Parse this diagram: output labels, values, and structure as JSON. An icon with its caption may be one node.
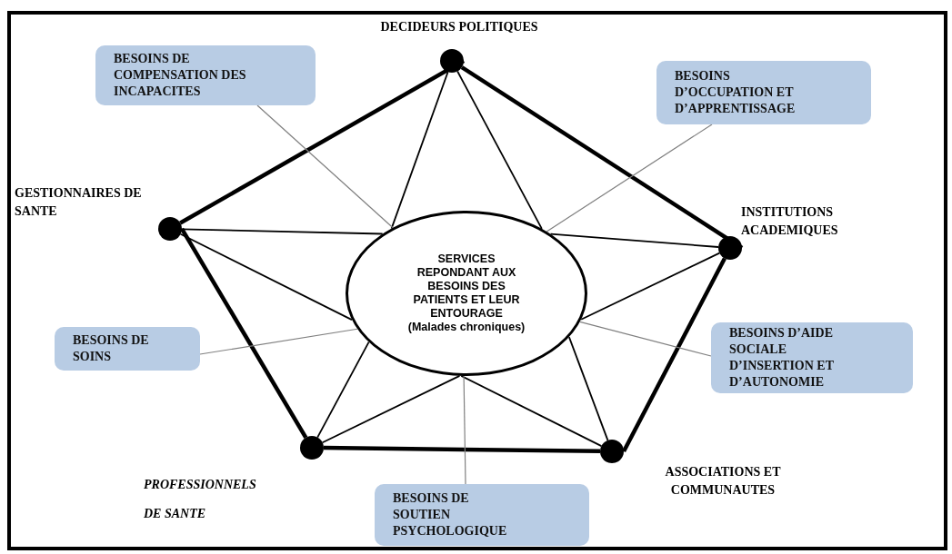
{
  "diagram": {
    "nodes": [
      {
        "text": [
          "SERVICES REPONDANT AUX BESOINS DES PATIENTS ET LEUR ENTOURAGE",
          "(Malades chroniques)"
        ]
      },
      {
        "text": [],
        "shape": "circle",
        "beside": [
          "DECIDEURS POLITIQUES"
        ]
      },
      {
        "text": [],
        "shape": "circle",
        "beside": [
          "GESTIONNAIRES DE SANTE"
        ]
      },
      {
        "text": [],
        "shape": "circle",
        "beside": [
          "INSTITUTIONS ACADEMIQUES"
        ]
      },
      {
        "text": [],
        "shape": "circle",
        "beside": [
          "PROFESSIONNELS DE SANTE"
        ]
      },
      {
        "text": [],
        "shape": "circle",
        "beside": [
          "ASSOCIATIONS ET COMMUNAUTES"
        ]
      },
      {
        "text": [
          "BESOINS DE COMPENSATION DES INCAPACITES"
        ]
      },
      {
        "text": [
          "BESOINS D’OCCUPATION ET D’APPRENTISSAGE"
        ]
      },
      {
        "text": [
          "BESOINS DE SOINS"
        ]
      },
      {
        "text": [
          "BESOINS D’AIDE SOCIALE D’INSERTION ET D’AUTONOMIE"
        ]
      },
      {
        "text": [
          "BESOINS DE SOUTIEN PSYCHOLOGIQUE"
        ]
      }
    ],
    "edges": [
      {
        "from": 1,
        "to": 3,
        "arrow": "none",
        "style": "thick"
      },
      {
        "from": 3,
        "to": 5,
        "arrow": "none",
        "style": "thick"
      },
      {
        "from": 5,
        "to": 4,
        "arrow": "none",
        "style": "thick"
      },
      {
        "from": 4,
        "to": 2,
        "arrow": "none",
        "style": "thick"
      },
      {
        "from": 2,
        "to": 1,
        "arrow": "none",
        "style": "thick"
      },
      {
        "from": 1,
        "to": 0,
        "arrow": "none"
      },
      {
        "from": 1,
        "to": 0,
        "arrow": "none"
      },
      {
        "from": 3,
        "to": 0,
        "arrow": "none"
      },
      {
        "from": 3,
        "to": 0,
        "arrow": "none"
      },
      {
        "from": 5,
        "to": 0,
        "arrow": "none"
      },
      {
        "from": 5,
        "to": 0,
        "arrow": "none"
      },
      {
        "from": 4,
        "to": 0,
        "arrow": "none"
      },
      {
        "from": 4,
        "to": 0,
        "arrow": "none"
      },
      {
        "from": 2,
        "to": 0,
        "arrow": "none"
      },
      {
        "from": 2,
        "to": 0,
        "arrow": "none"
      },
      {
        "from": 6,
        "to": 0,
        "arrow": "none",
        "color": "#808080"
      },
      {
        "from": 7,
        "to": 0,
        "arrow": "none",
        "color": "#808080"
      },
      {
        "from": 8,
        "to": 0,
        "arrow": "none",
        "color": "#808080"
      },
      {
        "from": 9,
        "to": 0,
        "arrow": "none",
        "color": "#808080"
      },
      {
        "from": 10,
        "to": 0,
        "arrow": "none",
        "color": "#808080"
      }
    ]
  }
}
